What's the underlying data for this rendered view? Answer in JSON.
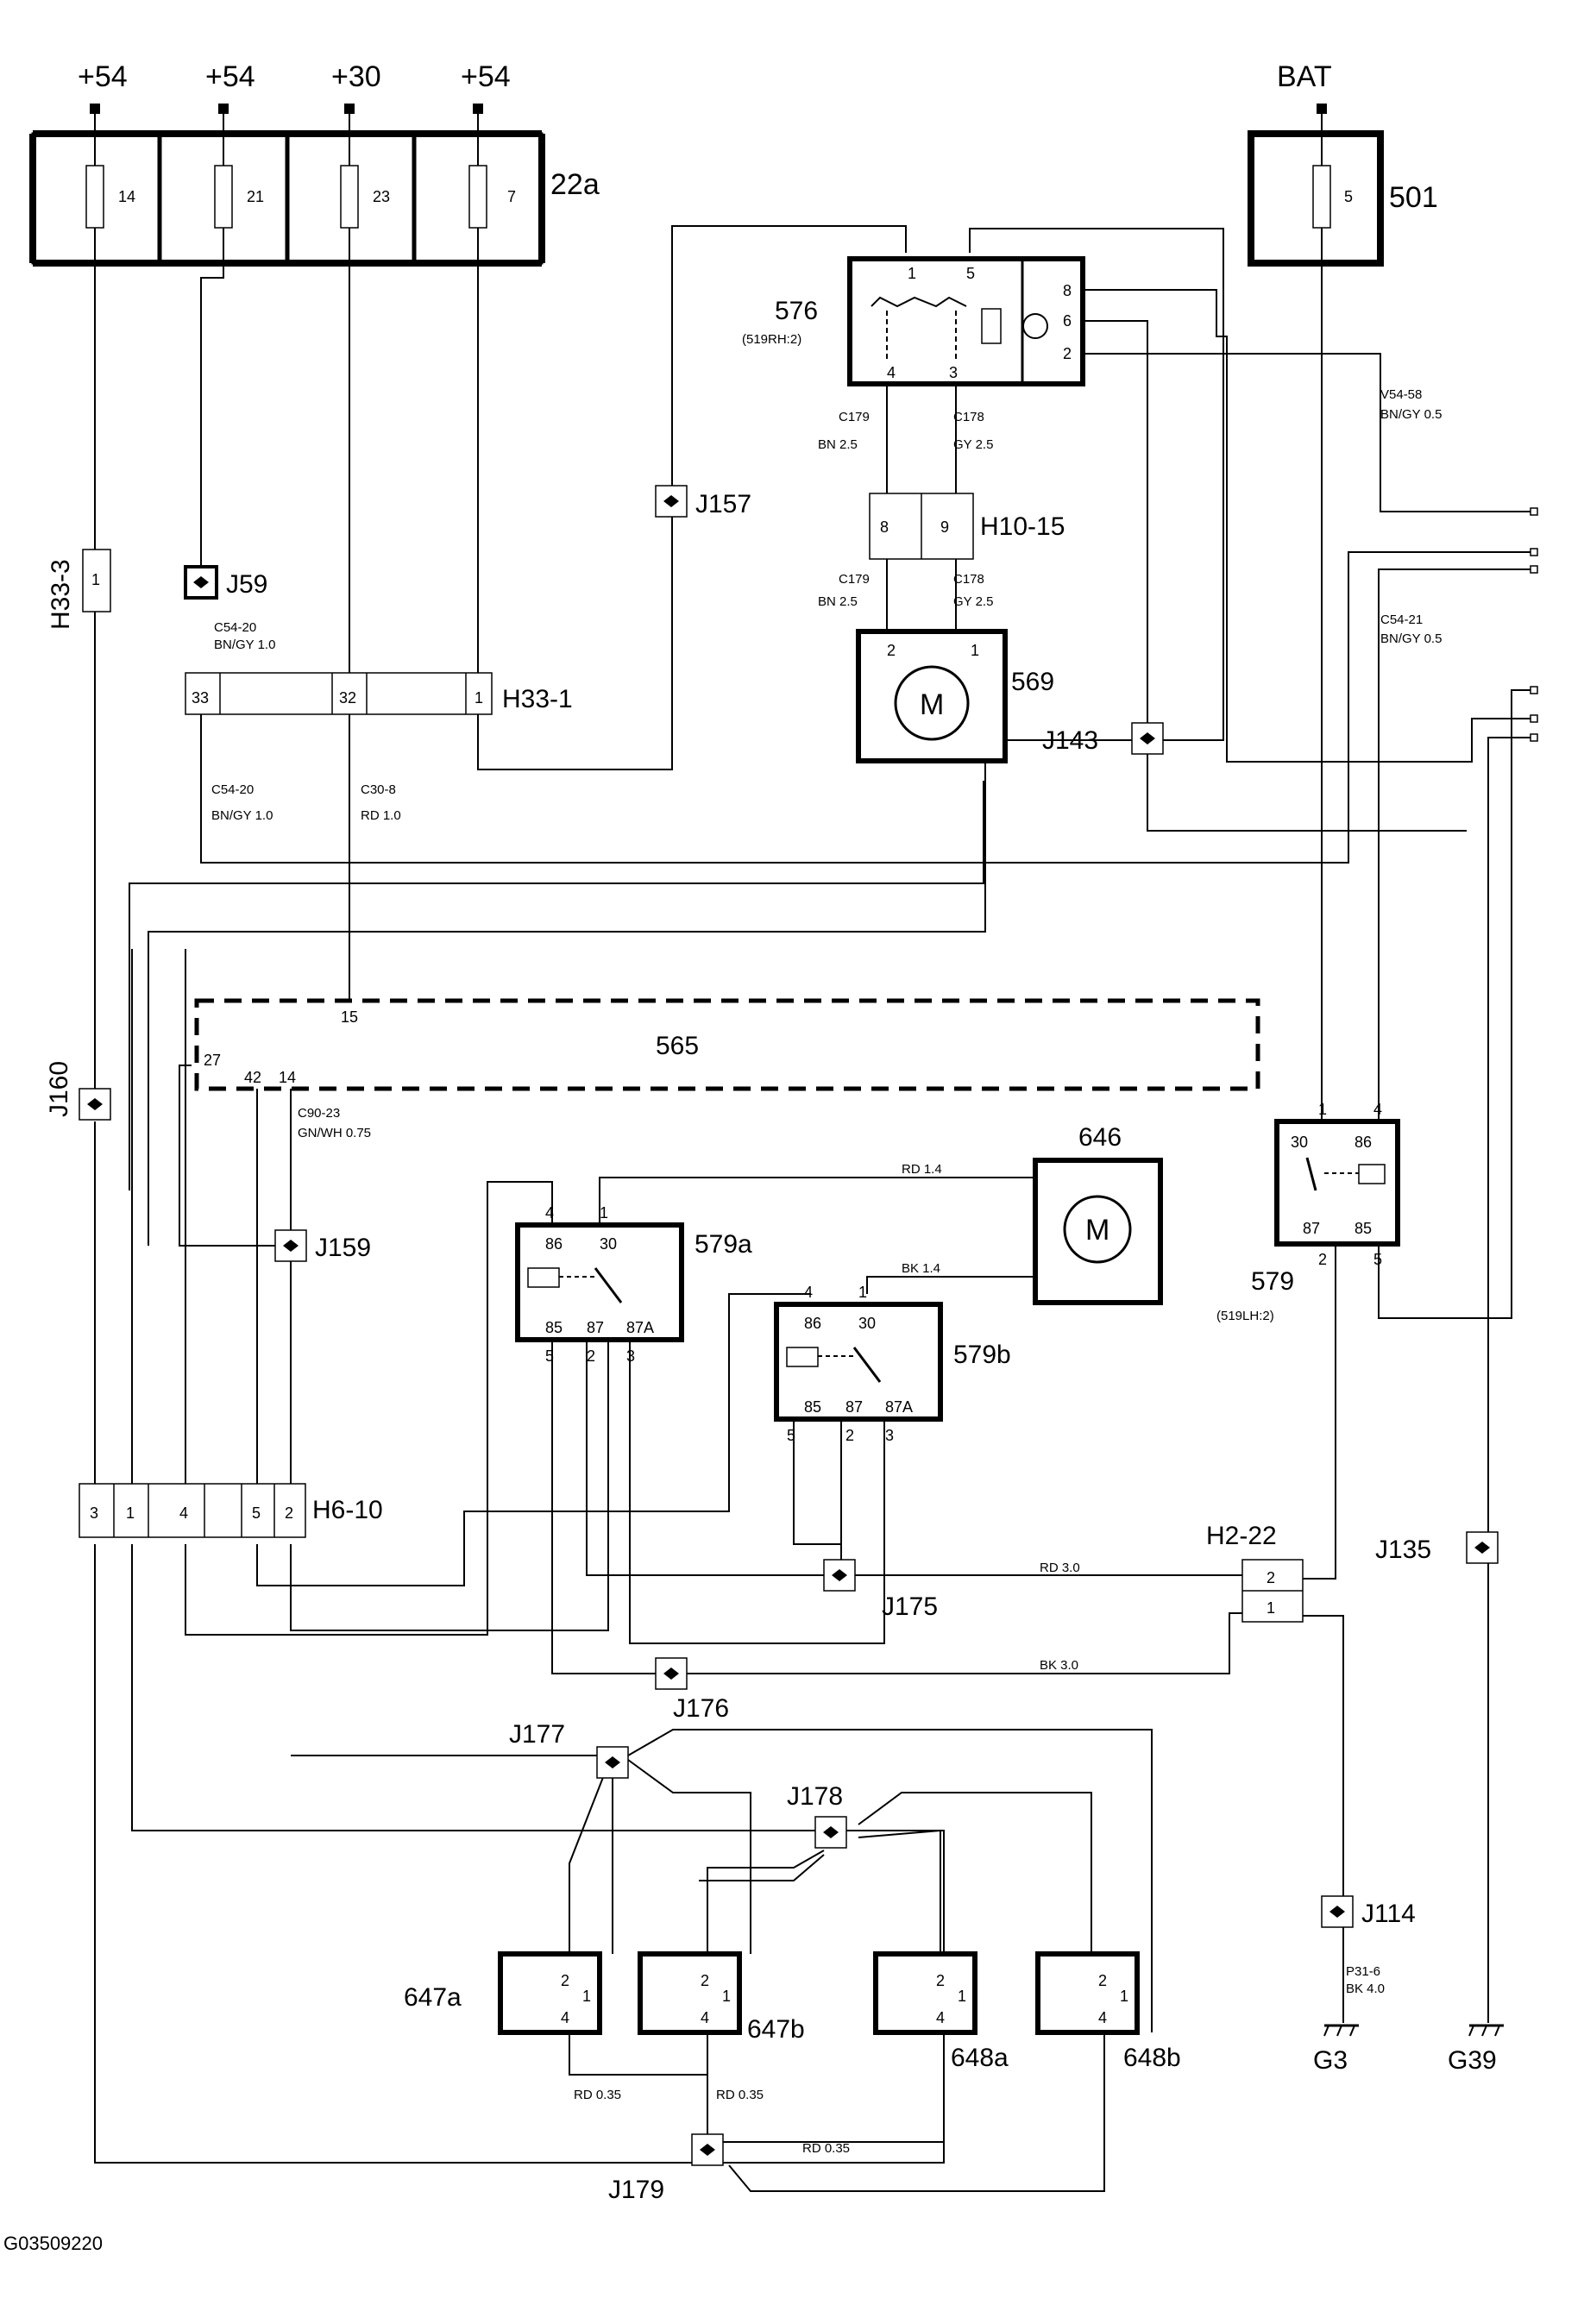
{
  "supplies": {
    "s1": "+54",
    "s2": "+54",
    "s3": "+30",
    "s4": "+54",
    "bat": "BAT"
  },
  "fuses": {
    "f14": "14",
    "f21": "21",
    "f23": "23",
    "f7": "7",
    "f5": "5",
    "group": "22a",
    "box501": "501"
  },
  "components": {
    "c576": "576",
    "c576_sub": "(519RH:2)",
    "c569": "569",
    "c569_motor": "M",
    "c646": "646",
    "c646_motor": "M",
    "c565": "565",
    "c579": "579",
    "c579_sub": "(519LH:2)",
    "c579a": "579a",
    "c579b": "579b",
    "c647a": "647a",
    "c647b": "647b",
    "c648a": "648a",
    "c648b": "648b"
  },
  "connectors": {
    "h33_3": "H33-3",
    "h33_1": "H33-1",
    "h10_15": "H10-15",
    "h6_10": "H6-10",
    "h2_22": "H2-22"
  },
  "junctions": {
    "j59": "J59",
    "j157": "J157",
    "j143": "J143",
    "j160": "J160",
    "j159": "J159",
    "j175": "J175",
    "j176": "J176",
    "j177": "J177",
    "j178": "J178",
    "j179": "J179",
    "j114": "J114",
    "j135": "J135"
  },
  "grounds": {
    "g3": "G3",
    "g39": "G39"
  },
  "wire_labels": {
    "w_c179a": "C179",
    "w_bn25a": "BN  2.5",
    "w_c178a": "C178",
    "w_gy25a": "GY  2.5",
    "w_c179b": "C179",
    "w_bn25b": "BN   2.5",
    "w_c178b": "C178",
    "w_gy25b": "GY   2.5",
    "w_c5420a": "C54-20",
    "w_bngy10a": "BN/GY  1.0",
    "w_c5420b": "C54-20",
    "w_bngy10b": "BN/GY    1.0",
    "w_c308": "C30-8",
    "w_rd10": "RD    1.0",
    "w_v5458": "V54-58",
    "w_bngy05a": "BN/GY   0.5",
    "w_c5421": "C54-21",
    "w_bngy05b": "BN/GY   0.5",
    "w_c9023": "C90-23",
    "w_gnwh": "GN/WH     0.75",
    "w_rd14": "RD    1.4",
    "w_bk14": "BK    1.4",
    "w_rd30": "RD        3.0",
    "w_bk30": "BK        3.0",
    "w_p316": "P31-6",
    "w_bk40": "BK     4.0",
    "w_rd035a": "RD        0.35",
    "w_rd035b": "RD        0.35",
    "w_rd035c": "RD        0.35"
  },
  "pins": {
    "p_h33_3": "1",
    "p33": "33",
    "p32": "32",
    "p1_h33": "1",
    "p8": "8",
    "p9": "9",
    "p569_2": "2",
    "p569_1": "1",
    "p576_1": "1",
    "p576_5": "5",
    "p576_4": "4",
    "p576_3": "3",
    "p576_8": "8",
    "p576_6": "6",
    "p576_2": "2",
    "p565_15": "15",
    "p565_27": "27",
    "p565_42": "42",
    "p565_14": "14",
    "p579_1": "1",
    "p579_4": "4",
    "p579_30": "30",
    "p579_86": "86",
    "p579_87": "87",
    "p579_85": "85",
    "p579_2": "2",
    "p579_5": "5",
    "pa_4": "4",
    "pa_1": "1",
    "pa_86": "86",
    "pa_30": "30",
    "pa_85": "85",
    "pa_87": "87",
    "pa_87a": "87A",
    "pa_5": "5",
    "pa_2": "2",
    "pa_3": "3",
    "pb_4": "4",
    "pb_1": "1",
    "pb_86": "86",
    "pb_30": "30",
    "pb_85": "85",
    "pb_87": "87",
    "pb_87a": "87A",
    "pb_5": "5",
    "pb_2": "2",
    "pb_3": "3",
    "h6_3": "3",
    "h6_1": "1",
    "h6_4": "4",
    "h6_5": "5",
    "h6_2": "2",
    "h2_2": "2",
    "h2_1": "1",
    "l647a_2": "2",
    "l647a_1": "1",
    "l647a_4": "4",
    "l647b_2": "2",
    "l647b_1": "1",
    "l647b_4": "4",
    "l648a_2": "2",
    "l648a_1": "1",
    "l648a_4": "4",
    "l648b_2": "2",
    "l648b_1": "1",
    "l648b_4": "4"
  },
  "figure_id": "G03509220"
}
